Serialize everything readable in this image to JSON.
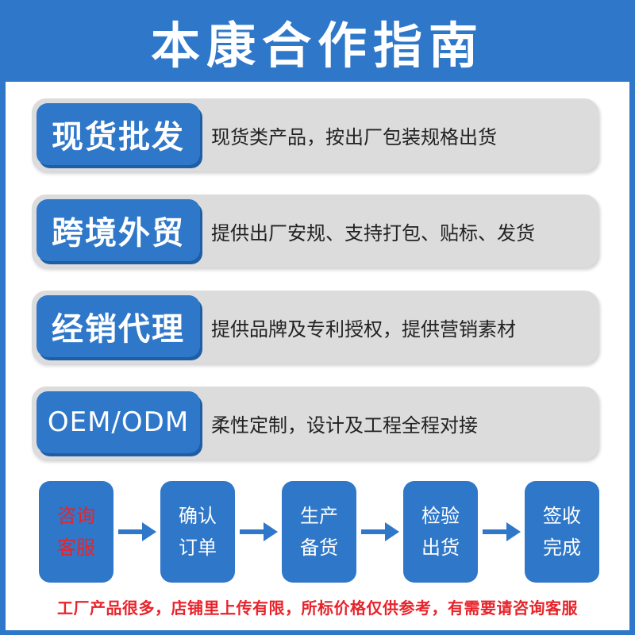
{
  "header": {
    "title": "本康合作指南"
  },
  "services": [
    {
      "name": "现货批发",
      "desc": "现货类产品，按出厂包装规格出货"
    },
    {
      "name": "跨境外贸",
      "desc": "提供出厂安规、支持打包、贴标、发货"
    },
    {
      "name": "经销代理",
      "desc": "提供品牌及专利授权，提供营销素材"
    },
    {
      "name": "OEM/ODM",
      "desc": "柔性定制，设计及工程全程对接"
    }
  ],
  "process": {
    "steps": [
      {
        "line1": "咨询",
        "line2": "客服"
      },
      {
        "line1": "确认",
        "line2": "订单"
      },
      {
        "line1": "生产",
        "line2": "备货"
      },
      {
        "line1": "检验",
        "line2": "出货"
      },
      {
        "line1": "签收",
        "line2": "完成"
      }
    ],
    "arrow_icon": "right-arrow-icon"
  },
  "footer": {
    "notice": "工厂产品很多，店铺里上传有限，所标价格仅供参考，有需要请咨询客服"
  },
  "colors": {
    "brand_blue": "#2f77c9",
    "highlight_red": "#e8232a",
    "row_gray": "#dcdcdc"
  }
}
